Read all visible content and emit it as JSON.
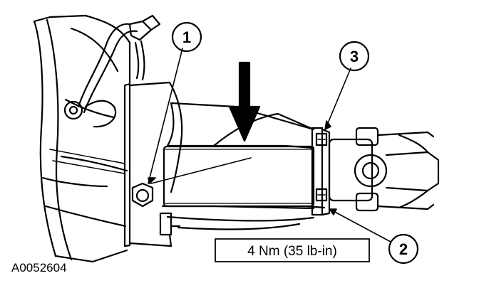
{
  "figure": {
    "id": "A0052604",
    "torque_spec": "4 Nm (35 lb-in)",
    "callouts": [
      {
        "label": "1"
      },
      {
        "label": "2"
      },
      {
        "label": "3"
      }
    ],
    "ink_color": "#000000",
    "paper_color": "#ffffff"
  }
}
